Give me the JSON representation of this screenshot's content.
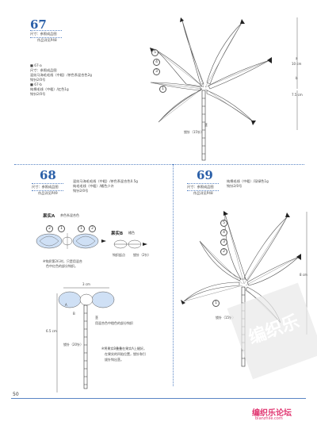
{
  "sec67": {
    "num": "67",
    "size_label": "尺寸：参照成品图",
    "ref_label": "作品详见P48",
    "mat_a_head": "■ 67-a",
    "mat_a_1": "尺寸：参照成品图",
    "mat_a_2": "混纺马海毛毛线（中粗）/茶色系混合色2g",
    "mat_a_3": "钩针2/0号",
    "mat_b_head": "■ 67-b",
    "mat_b_1": "纯棉毛线（中粗）/红色1g",
    "mat_b_2": "钩针2/0号",
    "dim_a": "a",
    "dim_a_val": "10 cm",
    "dim_b": "b",
    "dim_b_val": "7.5 cm",
    "stem_label": "锁针（15针）",
    "stem_end": "茎"
  },
  "sec68": {
    "num": "68",
    "size_label": "尺寸：参照成品图",
    "ref_label": "作品详见P49",
    "mat_1": "混纺马海毛毛线（中粗）/茶色系混合色0.5g",
    "mat_2": "纯毛毛线（中粗）/橘色少许",
    "mat_3": "钩针2/0号",
    "fruit_a_title": "果实A",
    "fruit_a_color": "茶色系混合色",
    "fruit_b_title": "果实B",
    "fruit_b_color": "橘色",
    "note_a_1": "※钩织第2行时，只是用混合",
    "note_a_2": "色中红色的部分钩织。",
    "start_label": "钩织起点",
    "chain2": "锁针（2针）",
    "dim_w": "3 cm",
    "dim_h": "6.5 cm",
    "lbl_stem": "茎",
    "lbl_stem_note": "用混合色中橙色的部分钩织",
    "stem_chain": "锁针（20针）",
    "note_b_1": "※将果实B叠叠在果实A上缝好。",
    "note_b_2": "在果实的凹陷位置，锁针和引",
    "note_b_3": "拔针钩出茎。",
    "lbl_a": "A",
    "lbl_b": "B"
  },
  "sec69": {
    "num": "69",
    "size_label": "尺寸：参照成品图",
    "ref_label": "作品详见P48",
    "mat_1": "纯棉毛线（中粗）/深绿色1g",
    "mat_2": "钩针2/0号",
    "dim": "8 cm",
    "stem_label": "锁针（15针）"
  },
  "footer": {
    "page": "50",
    "logo": "编织乐论坛",
    "logo_url_text": "bianzhile.com"
  },
  "watermark": "编织乐"
}
